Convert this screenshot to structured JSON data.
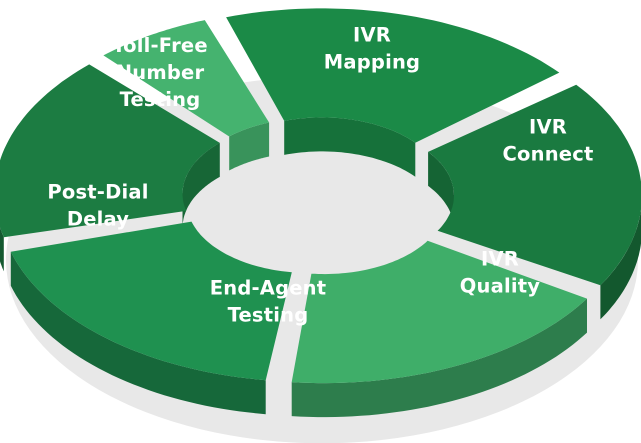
{
  "diagram": {
    "type": "3d-ring",
    "segments": [
      {
        "id": "ivr-mapping",
        "lines": [
          "IVR",
          "Mapping"
        ],
        "color": "#1b8a47"
      },
      {
        "id": "ivr-connect",
        "lines": [
          "IVR",
          "Connect"
        ],
        "color": "#1a7a40"
      },
      {
        "id": "ivr-quality",
        "lines": [
          "IVR",
          "Quality"
        ],
        "color": "#3fae69"
      },
      {
        "id": "end-agent-testing",
        "lines": [
          "End-Agent",
          "Testing"
        ],
        "color": "#1f9150"
      },
      {
        "id": "post-dial-delay",
        "lines": [
          "Post-Dial",
          "Delay"
        ],
        "color": "#1c7c42"
      },
      {
        "id": "toll-free-number-testing",
        "lines": [
          "Toll-Free",
          "Number",
          "Testing"
        ],
        "color": "#45b36f"
      }
    ],
    "shadow_color": "#e8e8e8",
    "side_color_darken": 0.72,
    "hole_color": "#ffffff"
  }
}
